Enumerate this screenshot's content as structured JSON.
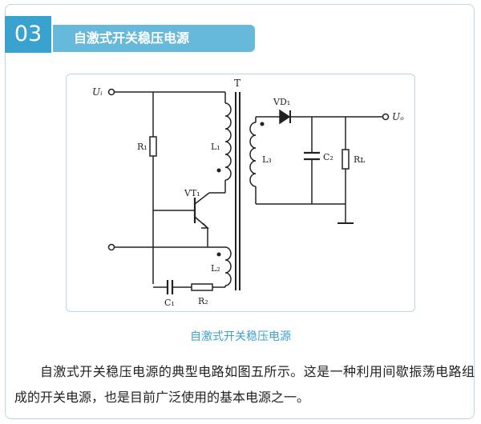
{
  "section": {
    "number": "03",
    "title": "自激式开关稳压电源"
  },
  "figure": {
    "caption": "自激式开关稳压电源",
    "labels": {
      "ui": "Uᵢ",
      "uo": "Uₒ",
      "t": "T",
      "vd1": "VD₁",
      "r1": "R₁",
      "l1": "L₁",
      "l3": "L₃",
      "c2": "C₂",
      "rl": "Rʟ",
      "vt1": "VT₁",
      "l2": "L₂",
      "c1": "C₁",
      "r2": "R₂"
    }
  },
  "paragraph": "自激式开关稳压电源的典型电路如图五所示。这是一种利用间歇振荡电路组成的开关电源，也是目前广泛使用的基本电源之一。",
  "colors": {
    "accent": "#3aa2cf",
    "accent_light": "#66b9db"
  }
}
